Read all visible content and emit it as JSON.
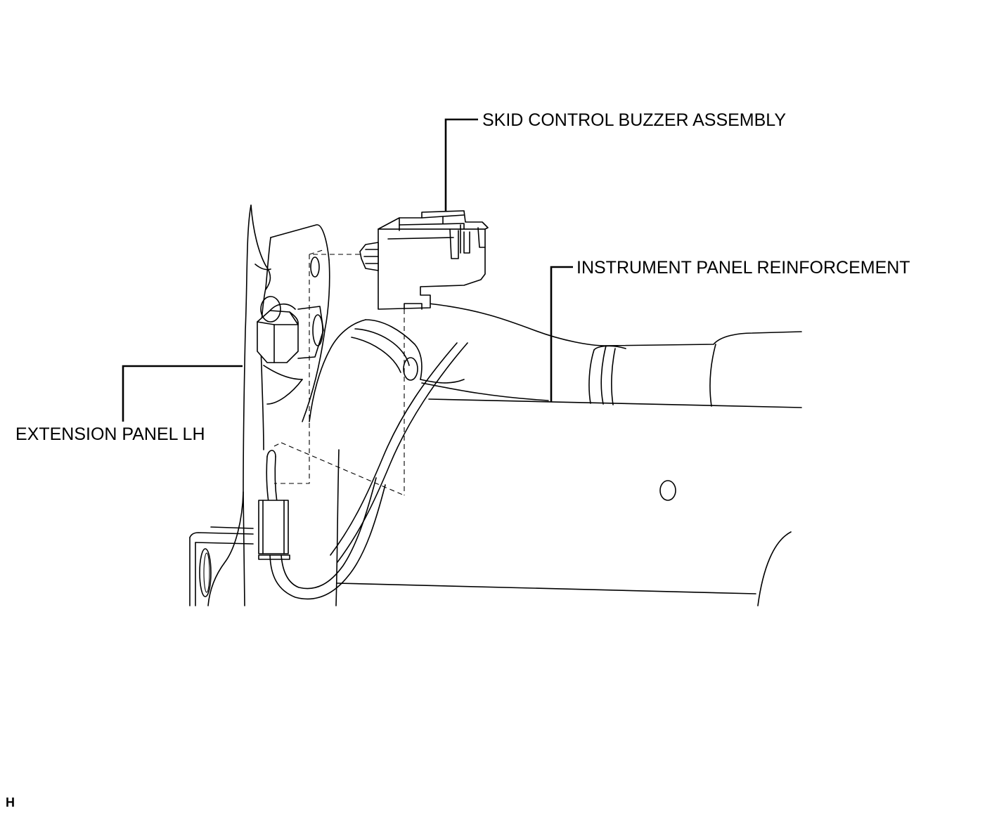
{
  "labels": {
    "buzzer": "SKID CONTROL BUZZER ASSEMBLY",
    "reinforcement": "INSTRUMENT PANEL REINFORCEMENT",
    "extension_panel": "EXTENSION PANEL LH"
  },
  "figure_code": "H",
  "colors": {
    "line": "#000000",
    "background": "#ffffff"
  }
}
